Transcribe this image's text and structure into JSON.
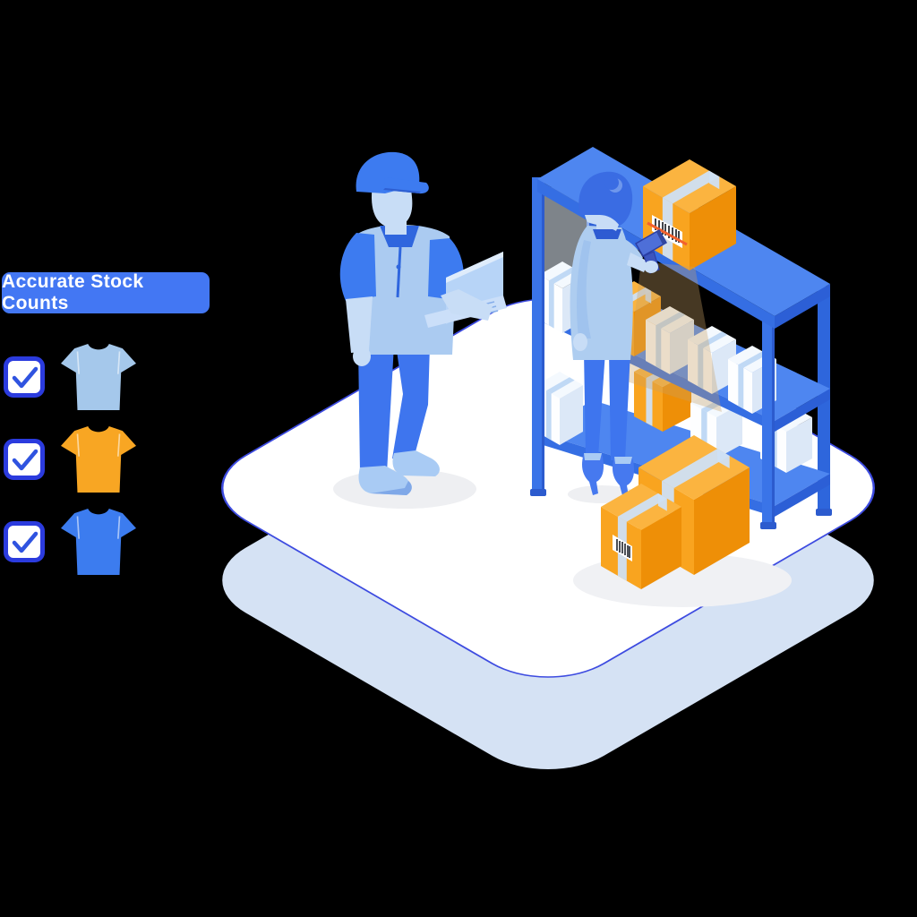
{
  "badge": {
    "label": "Accurate Stock Counts"
  },
  "checklist": {
    "items": [
      {
        "name": "light-blue-shirt",
        "checked": true,
        "color": "#A5C8EB"
      },
      {
        "name": "orange-shirt",
        "checked": true,
        "color": "#F8A623"
      },
      {
        "name": "blue-shirt",
        "checked": true,
        "color": "#3C7CEF"
      }
    ]
  },
  "colors": {
    "accent_blue": "#4377F3",
    "outline_indigo": "#3D4BE0",
    "check_border": "#2B3BDE",
    "check_mark": "#2F53E0",
    "platform_fill": "#FFFFFF",
    "platform_shadow": "#D5E2F4",
    "rack_top": "#4E86F0",
    "rack_front": "#356EE3",
    "rack_dark": "#2C5FD6",
    "rack_post": "#3A74E8",
    "rack_post_back": "#2E66DC",
    "box_white_l": "#FDFEFF",
    "box_white_r": "#DCE8F7",
    "box_white_t": "#F4F9FE",
    "tape_white": "#BDD7F4",
    "box_orange_l": "#F9A41F",
    "box_orange_r": "#EE8F07",
    "box_orange_t": "#FBB440",
    "tape_orange": "#CFE0F4",
    "skin": "#C8DDF6",
    "cloth_light": "#ABCBF1",
    "cloth_blue": "#3D7BF0",
    "pants": "#3E75EE",
    "hair": "#3A6CE3",
    "scanner_body": "#4E6FD8",
    "laser_red": "#F2612E",
    "beam_tan": "#C9A064",
    "shadow_gray": "#EEEFF2"
  },
  "scene": {
    "platform": "white rounded isometric platform with indigo outline and light-blue drop shadow",
    "people": [
      {
        "role": "worker in cap holding laptop"
      },
      {
        "role": "worker scanning orange carton with handheld barcode scanner"
      }
    ],
    "rack": {
      "color": "blue",
      "levels": 3,
      "white_boxes_visible": 7,
      "orange_boxes_on_shelves": 2,
      "top_shelf_item": "orange carton with barcode being scanned"
    },
    "floor_boxes": 2,
    "barcodes_visible": 2
  }
}
